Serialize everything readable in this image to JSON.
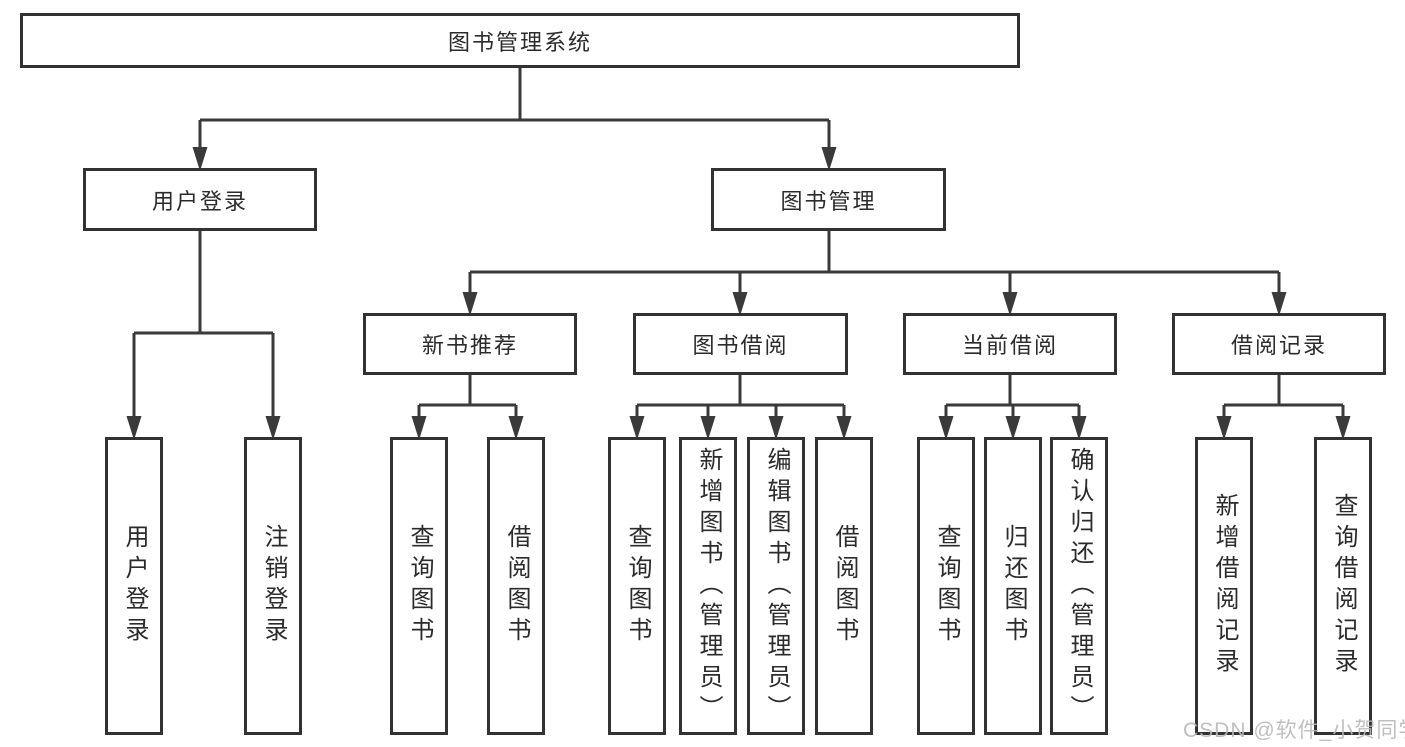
{
  "colors": {
    "line": "#3a3a3a",
    "border": "#323232",
    "text": "#2b2b2b",
    "bg": "#ffffff",
    "watermark": "#b9b9b9"
  },
  "tree": {
    "root": "图书管理系统",
    "branches": [
      {
        "label": "用户登录",
        "children": [
          {
            "label": "用户登录"
          },
          {
            "label": "注销登录"
          }
        ]
      },
      {
        "label": "图书管理",
        "sections": [
          {
            "label": "新书推荐",
            "children": [
              {
                "label": "查询图书"
              },
              {
                "label": "借阅图书"
              }
            ]
          },
          {
            "label": "图书借阅",
            "children": [
              {
                "label": "查询图书"
              },
              {
                "label": "新增图书（管理员）"
              },
              {
                "label": "编辑图书（管理员）"
              },
              {
                "label": "借阅图书"
              }
            ]
          },
          {
            "label": "当前借阅",
            "children": [
              {
                "label": "查询图书"
              },
              {
                "label": "归还图书"
              },
              {
                "label": "确认归还（管理员）"
              }
            ]
          },
          {
            "label": "借阅记录",
            "children": [
              {
                "label": "新增借阅记录"
              },
              {
                "label": "查询借阅记录"
              }
            ]
          }
        ]
      }
    ]
  },
  "watermark": {
    "text": "CSDN @软件_小贺同学"
  }
}
